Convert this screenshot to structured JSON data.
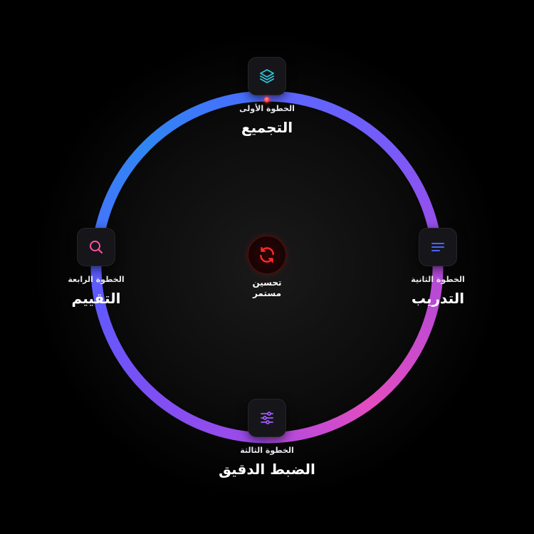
{
  "diagram": {
    "center": {
      "icon": "refresh-icon",
      "line1": "تحسين",
      "line2": "مستمر"
    },
    "steps": [
      {
        "id": "top",
        "step_label": "الخطوة الأولى",
        "title": "التجميع",
        "icon": "layers-icon",
        "icon_color": "#2ec4d6"
      },
      {
        "id": "right",
        "step_label": "الخطوة الثانية",
        "title": "التدريب",
        "icon": "text-lines-icon",
        "icon_color": "#4a63ff"
      },
      {
        "id": "bottom",
        "step_label": "الخطوة الثالثة",
        "title": "الضبط الدقيق",
        "icon": "sliders-icon",
        "icon_color": "#a35cff"
      },
      {
        "id": "left",
        "step_label": "الخطوة الرابعة",
        "title": "التقييم",
        "icon": "search-icon",
        "icon_color": "#ff4fa8"
      }
    ],
    "colors": {
      "ring_blue": "#3a7bf5",
      "ring_violet": "#6a5cff",
      "ring_purple": "#a54cf0",
      "ring_pink": "#e84fc3",
      "center_accent": "#ff2a2a"
    }
  }
}
